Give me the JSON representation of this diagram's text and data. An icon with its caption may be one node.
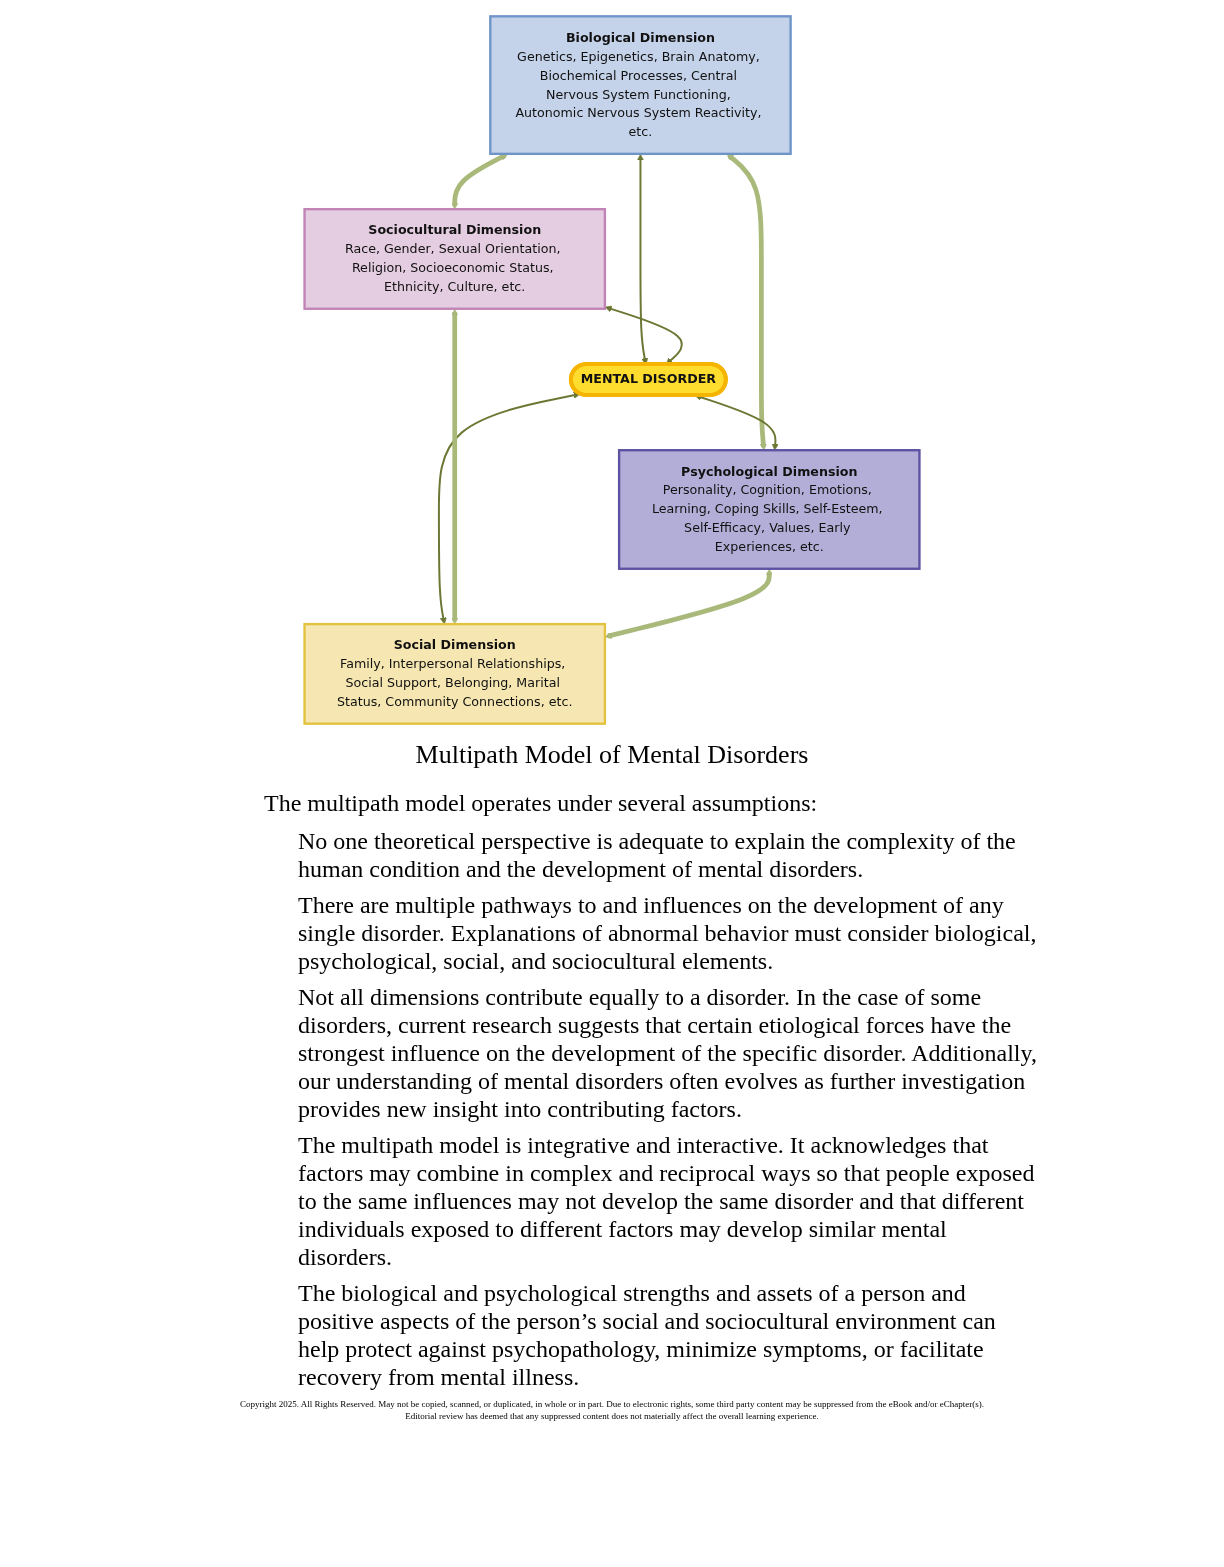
{
  "diagram": {
    "caption": "Multipath Model of Mental Disorders",
    "nodes": [
      {
        "text": [
          "Biological Dimension",
          "Genetics, Epigenetics, Brain Anatomy, Biochemical Processes, Central Nervous System Functioning, Autonomic Nervous System Reactivity, etc."
        ]
      },
      {
        "text": [
          "Sociocultural Dimension",
          "Race, Gender, Sexual Orientation, Religion, Socioeconomic Status, Ethnicity, Culture, etc."
        ]
      },
      {
        "text": [
          "MENTAL DISORDER"
        ]
      },
      {
        "text": [
          "Psychological Dimension",
          "Personality, Cognition, Emotions, Learning, Coping Skills, Self-Esteem, Self-Efficacy, Values, Early Experiences, etc."
        ]
      },
      {
        "text": [
          "Social Dimension",
          "Family, Interpersonal Relationships, Social Support, Belonging, Marital Status, Community Connections, etc."
        ]
      }
    ],
    "edges": [
      {
        "from": 0,
        "to": 1,
        "arrow": "both",
        "style": "thick",
        "color": "#a9b97a"
      },
      {
        "from": 0,
        "to": 3,
        "arrow": "both",
        "style": "thick",
        "color": "#a9b97a"
      },
      {
        "from": 0,
        "to": 2,
        "arrow": "both",
        "color": "#6b7834"
      },
      {
        "from": 1,
        "to": 2,
        "arrow": "both",
        "color": "#6b7834"
      },
      {
        "from": 2,
        "to": 3,
        "arrow": "both",
        "color": "#6b7834"
      },
      {
        "from": 2,
        "to": 4,
        "arrow": "both",
        "color": "#6b7834"
      },
      {
        "from": 1,
        "to": 4,
        "arrow": "both",
        "style": "thick",
        "color": "#a9b97a"
      },
      {
        "from": 3,
        "to": 4,
        "arrow": "both",
        "style": "thick",
        "color": "#a9b97a"
      }
    ],
    "labels": [
      "The multipath model operates under several assumptions:",
      "No one theoretical perspective is adequate to explain the complexity of the human condition and the development of mental disorders.",
      "There are multiple pathways to and influences on the development of any single disorder. Explanations of abnormal behavior must consider biological, psychological, social, and sociocultural elements.",
      "Not all dimensions contribute equally to a disorder. In the case of some disorders, current research suggests that certain etiological forces have the strongest influence on the development of the specific disorder. Additionally, our understanding of mental disorders often evolves as further investigation provides new insight into contributing factors.",
      "The multipath model is integrative and interactive. It acknowledges that factors may combine in complex and reciprocal ways so that people exposed to the same influences may not develop the same disorder and that different individuals exposed to different factors may develop similar mental disorders.",
      "The biological and psychological strengths and assets of a person and positive aspects of the person’s social and sociocultural environment can help protect against psychopathology, minimize symptoms, or facilitate recovery from mental illness.",
      "Copyright 2025. All Rights Reserved. May not be copied, scanned, or duplicated, in whole or in part. Due to electronic rights, some third party content may be suppressed from the eBook and/or eChapter(s).",
      "Editorial review has deemed that any suppressed content does not materially affect the overall learning experience."
    ]
  }
}
